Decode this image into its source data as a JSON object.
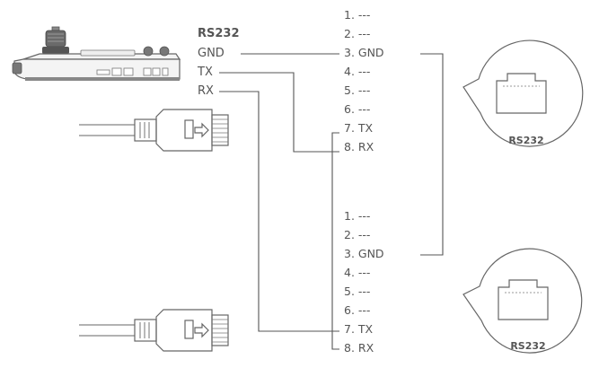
{
  "controller": {
    "interface_title": "RS232",
    "signals": [
      "GND",
      "TX",
      "RX"
    ]
  },
  "pinout_top": {
    "pins": [
      "1. ---",
      "2. ---",
      "3. GND",
      "4. ---",
      "5. ---",
      "6. ---",
      "7. TX",
      "8. RX"
    ],
    "port_label": "RS232"
  },
  "pinout_bottom": {
    "pins": [
      "1. ---",
      "2. ---",
      "3. GND",
      "4. ---",
      "5. ---",
      "6. ---",
      "7. TX",
      "8. RX"
    ],
    "port_label": "RS232"
  },
  "colors": {
    "line": "#555555",
    "text": "#555555",
    "background": "#ffffff"
  }
}
